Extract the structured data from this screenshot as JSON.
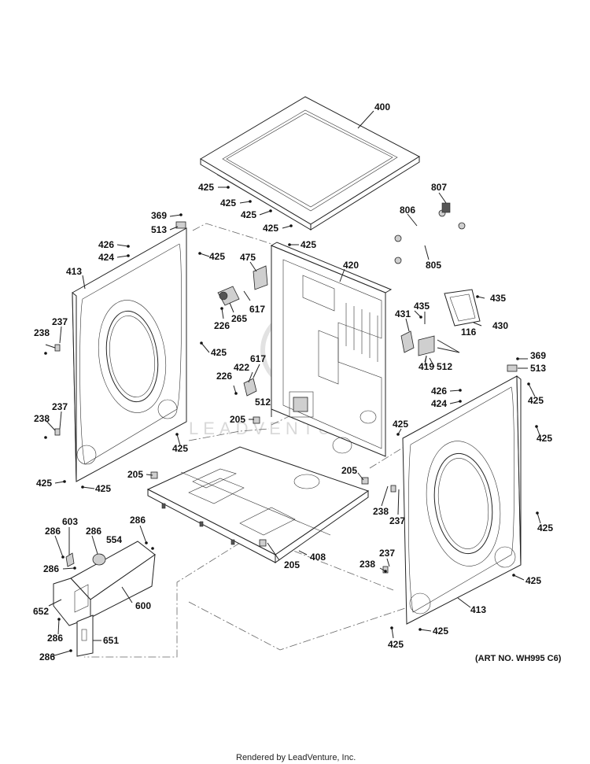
{
  "diagram": {
    "art_number": "(ART NO. WH995 C6)",
    "footer": "Rendered by LeadVenture, Inc.",
    "watermark": "LEADVENTURE",
    "labels": [
      {
        "id": "l400",
        "text": "400"
      },
      {
        "id": "l807",
        "text": "807"
      },
      {
        "id": "l806",
        "text": "806"
      },
      {
        "id": "l805",
        "text": "805"
      },
      {
        "id": "l425a",
        "text": "425"
      },
      {
        "id": "l425b",
        "text": "425"
      },
      {
        "id": "l425c",
        "text": "425"
      },
      {
        "id": "l425d",
        "text": "425"
      },
      {
        "id": "l369a",
        "text": "369"
      },
      {
        "id": "l513a",
        "text": "513"
      },
      {
        "id": "l426a",
        "text": "426"
      },
      {
        "id": "l424a",
        "text": "424"
      },
      {
        "id": "l425e",
        "text": "425"
      },
      {
        "id": "l425f",
        "text": "425"
      },
      {
        "id": "l413a",
        "text": "413"
      },
      {
        "id": "l475",
        "text": "475"
      },
      {
        "id": "l420",
        "text": "420"
      },
      {
        "id": "l617a",
        "text": "617"
      },
      {
        "id": "l265",
        "text": "265"
      },
      {
        "id": "l226a",
        "text": "226"
      },
      {
        "id": "l435a",
        "text": "435"
      },
      {
        "id": "l435b",
        "text": "435"
      },
      {
        "id": "l430",
        "text": "430"
      },
      {
        "id": "l431",
        "text": "431"
      },
      {
        "id": "l116",
        "text": "116"
      },
      {
        "id": "l237a",
        "text": "237"
      },
      {
        "id": "l238a",
        "text": "238"
      },
      {
        "id": "l425g",
        "text": "425"
      },
      {
        "id": "l617b",
        "text": "617"
      },
      {
        "id": "l422",
        "text": "422"
      },
      {
        "id": "l226b",
        "text": "226"
      },
      {
        "id": "l419",
        "text": "419"
      },
      {
        "id": "l512a",
        "text": "512"
      },
      {
        "id": "l369b",
        "text": "369"
      },
      {
        "id": "l513b",
        "text": "513"
      },
      {
        "id": "l426b",
        "text": "426"
      },
      {
        "id": "l424b",
        "text": "424"
      },
      {
        "id": "l425h",
        "text": "425"
      },
      {
        "id": "l237b",
        "text": "237"
      },
      {
        "id": "l238b",
        "text": "238"
      },
      {
        "id": "l512b",
        "text": "512"
      },
      {
        "id": "l205a",
        "text": "205"
      },
      {
        "id": "l425i",
        "text": "425"
      },
      {
        "id": "l425j",
        "text": "425"
      },
      {
        "id": "l425k",
        "text": "425"
      },
      {
        "id": "l425l",
        "text": "425"
      },
      {
        "id": "l205b",
        "text": "205"
      },
      {
        "id": "l205c",
        "text": "205"
      },
      {
        "id": "l238c",
        "text": "238"
      },
      {
        "id": "l237c",
        "text": "237"
      },
      {
        "id": "l425m",
        "text": "425"
      },
      {
        "id": "l425n",
        "text": "425"
      },
      {
        "id": "l286a",
        "text": "286"
      },
      {
        "id": "l603",
        "text": "603"
      },
      {
        "id": "l286b",
        "text": "286"
      },
      {
        "id": "l554",
        "text": "554"
      },
      {
        "id": "l286c",
        "text": "286"
      },
      {
        "id": "l408",
        "text": "408"
      },
      {
        "id": "l205d",
        "text": "205"
      },
      {
        "id": "l237d",
        "text": "237"
      },
      {
        "id": "l238d",
        "text": "238"
      },
      {
        "id": "l286d",
        "text": "286"
      },
      {
        "id": "l425o",
        "text": "425"
      },
      {
        "id": "l652",
        "text": "652"
      },
      {
        "id": "l600",
        "text": "600"
      },
      {
        "id": "l413b",
        "text": "413"
      },
      {
        "id": "l286e",
        "text": "286"
      },
      {
        "id": "l651",
        "text": "651"
      },
      {
        "id": "l286f",
        "text": "286"
      },
      {
        "id": "l425p",
        "text": "425"
      },
      {
        "id": "l425q",
        "text": "425"
      }
    ]
  }
}
